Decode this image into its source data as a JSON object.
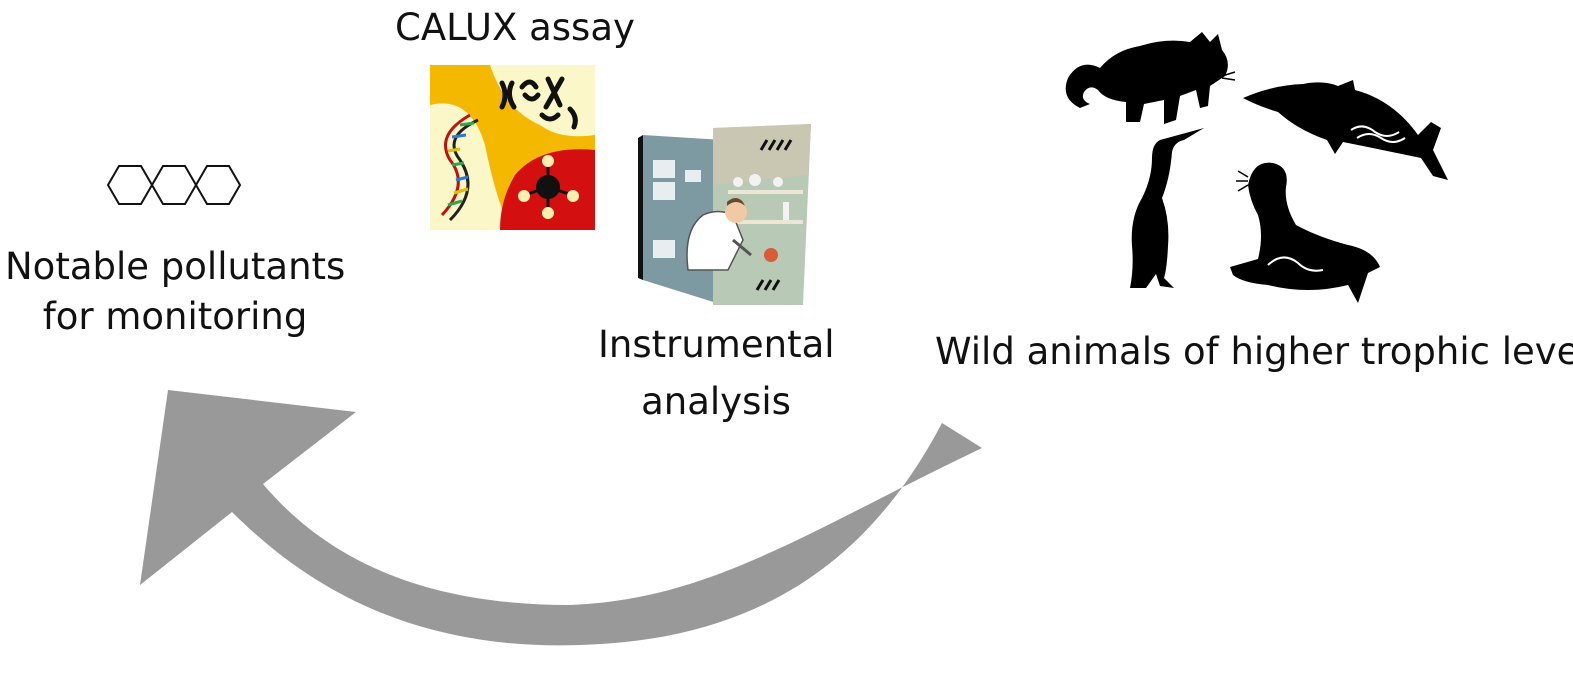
{
  "labels": {
    "calux": "CALUX assay",
    "pollutants_line1": "Notable pollutants",
    "pollutants_line2": "for monitoring",
    "instrumental_line1": "Instrumental",
    "instrumental_line2": "analysis",
    "animals": "Wild animals of higher trophic level"
  },
  "icons": {
    "molecule": "anthracene-structure-icon",
    "assay": "dna-chromosome-assay-icon",
    "lab": "laboratory-scientist-icon",
    "animals": [
      "raccoon-silhouette-icon",
      "dolphin-silhouette-icon",
      "cormorant-silhouette-icon",
      "seal-silhouette-icon"
    ],
    "cycle": "curved-arrow-icon"
  },
  "colors": {
    "arrow": "#999999",
    "assay_yellow": "#f5b800",
    "assay_cream": "#fbf7c9",
    "assay_red": "#d40f0f",
    "silhouette": "#000000",
    "lab_blue": "#7d9aa3"
  }
}
